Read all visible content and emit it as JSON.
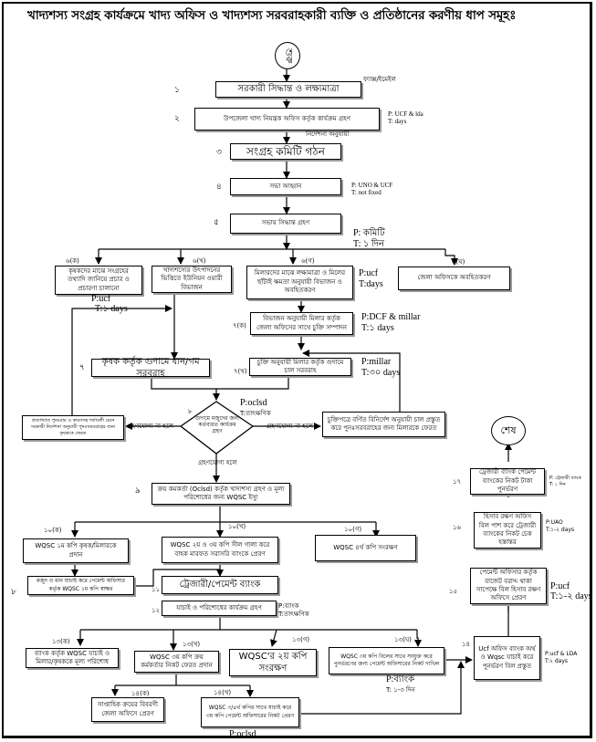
{
  "title": "খাদ্যশস্য সংগ্রহ কার্যক্রমে খাদ্য অফিস ও খাদ্যশস্য সরবরাহকারী ব্যক্তি ও প্রতিষ্ঠানের করণীয় ধাপ সমূহঃ",
  "start": {
    "label": "শুরু"
  },
  "end": {
    "label": "শেষ"
  },
  "steps": {
    "s1": {
      "num": "১",
      "text": "সরকারী সিদ্ধান্ত ও লক্ষ্যমাত্রা",
      "note": "ফ্যাক্স/ইমেইল"
    },
    "s2": {
      "num": "২",
      "text": "উপজেলা খাদ্য নিয়ন্ত্রক অফিস কর্তৃক কার্যক্রম গ্রহণ",
      "note_p": "P: UCF & lda",
      "note_t": "T: days",
      "note_below": "নির্দেশনা অনুযায়ী"
    },
    "s3": {
      "num": "৩",
      "text": "সংগ্রহ কমিটি গঠন"
    },
    "s4": {
      "num": "৪",
      "text": "সভা আহ্বান",
      "note_p": "P: UNO & UCF",
      "note_t": "T: not fixed"
    },
    "s5": {
      "num": "৫",
      "text": "সভায় সিদ্ধান্ত গ্রহণ",
      "note_p": "P: কমিটি",
      "note_t": "T: ১ দিন"
    },
    "s6a": {
      "num": "৬(ক)",
      "text": "কৃষকদের মাঝে সংগ্রহের তথ্যাদি জানিয়ে প্রচার ও প্রচারণা চালানো",
      "note_p": "P:ucf",
      "note_t": "T:১ days"
    },
    "s6b": {
      "num": "৬(খ)",
      "text": "খাদ্যশস্যের উৎপাদনের ভিত্তিতে ইউনিয়ন ওয়ারী বিভাজন"
    },
    "s6c": {
      "num": "৬(গ)",
      "text": "মিলারদের মাঝে লক্ষ্যমাত্রা ও মিলের ছাঁটাই ক্ষমতা অনুযায়ী বিভাজন ও অবহিতকরণ",
      "note_p": "P:ucf",
      "note_t": "T:days"
    },
    "s6d": {
      "num": "৬(ঘ)",
      "text": "জেলা অফিসকে অবহিতকরণ"
    },
    "s7a": {
      "num": "৭(ক)",
      "text": "বিভাজন অনুযায়ী মিলার কর্তৃক জেলা অফিসের সাথে চুক্তি সম্পাদন",
      "note_p": "P:DCF & millar",
      "note_t": "T:১ days"
    },
    "s7b": {
      "num": "৭(খ)",
      "text": "চুক্তি অনুযায়ী মিলার কর্তৃক গুদামে চাল সরবরাহ",
      "note_p": "P:millar",
      "note_t": "T:৩০ days"
    },
    "s7": {
      "num": "৭",
      "text": "কৃষক কর্তৃক গুদামে ধান/গম সরবরাহ"
    },
    "decision": {
      "num": "৮",
      "text": "গুদামে মজুদের জন্য কর্তব্যরত কার্যক্রম গ্রহণ",
      "note_p": "P:oclsd",
      "note_t": "T:তাৎক্ষণিক",
      "no_left": "গ্রহণযোগ্য না হলে",
      "no_right": "গ্রহণযোগ্য না হলে",
      "yes": "গ্রহণযোগ্য হলে"
    },
    "reject_left": {
      "text": "প্রত্যাখ্যাত পুনঃরায় ও কারণসহ শর্তাবলী মেনে সরকারী নির্দেশনা অনুযায়ী পুনঃসরবরাহের জন্য কৃষককে ফেরত"
    },
    "reject_right": {
      "text": "চুক্তিপত্রে বর্ণিত বিনির্দেশ অনুযায়ী চাল প্রস্তুত করে পুনঃসরবরাহের জন্য মিলারকে ফেরত"
    },
    "s9": {
      "num": "৯",
      "text": "ক্রয় কমকর্তা (Oclsd) কর্তৃক খাদ্যশস্য গ্রহণ ও মূল্য পরিশোধের জন্য WQSC ইস্যু"
    },
    "s10a": {
      "num": "১০(ক)",
      "text": "WQSC ১ম কপি কৃষক/মিলারকে প্রদান"
    },
    "s10b": {
      "num": "১০(খ)",
      "text": "WQSC ২য় ও ৩য় কপি সীল গালা করে বাহক মারফত সরাসরি ব্যাংকে প্রেরণ"
    },
    "s10c": {
      "num": "১০(গ)",
      "text": "WQSC ৪র্থ কপি সংরক্ষণ"
    },
    "s8": {
      "num": "৮",
      "text": "মজুদ ও মান যাচাই করে পেমেন্ট অফিসার কর্তৃক WQSC ১ম কপি স্বাক্ষর"
    },
    "s11": {
      "num": "১১",
      "text": "ট্রেজারী/পেমেন্ট ব্যাংক"
    },
    "s12": {
      "num": "১২",
      "text": "যাচাই ও পরিশোধের কার্যক্রম গ্রহণ",
      "note_p": "P:ব্যাংক",
      "note_t": "T:তাৎক্ষণিক"
    },
    "s13a": {
      "num": "১৩(ক)",
      "text": "ব্যাংক কর্তৃক WQSC যাচাই ও মিলার/কৃষককে মূল্য পরিশোধ"
    },
    "s13b": {
      "num": "১৩(খ)",
      "text": "WQSC ৩য় কপি ক্রয় কর্মকর্তার নিকট ফেরত প্রদান"
    },
    "s13c": {
      "num": "১৩(গ)",
      "text": "WQSC'র ২য় কপি সংরক্ষণ"
    },
    "s13d": {
      "num": "১৩(ঘ)",
      "text": "WQSC ৩য় কপি বিলের সাথে সংযুক্ত করে পুনর্ভরণের জন্য পেমেন্ট অফিসারের নিকট দাখিল",
      "note_p": "P:ব্যাংক",
      "note_t": "T: ১-৩ দিন"
    },
    "s14a": {
      "num": "১৪(ক)",
      "text": "সাপ্তাহিক ক্রয়ের বিবরণী জেলা অফিসে প্রেরণ"
    },
    "s14b": {
      "num": "১৪(খ)",
      "text": "WQSC ৩/৪র্থ কপির সাথে যাচাই করে ৩য় কপি পেমেন্ট অফিসারের নিকট প্রেরণ",
      "note_below": "P:oclsd"
    },
    "s14": {
      "num": "১৪",
      "text": "Ucf অফিস ব্যাংক অর্থ ও Wqsc যাচাই করে পুনর্ভরণ বিল প্রস্তুত",
      "note_p": "P:ucf & LDA",
      "note_t": "T:২ days"
    },
    "s15": {
      "num": "১৫",
      "text": "পেমেন্ট অফিসার কর্তৃক বাজেট বরাদ্দ থাকা সাপেক্ষে বিল হিসাব রক্ষণ অফিসে প্রেরণ",
      "note_p": "P:ucf",
      "note_t": "T:১-২ days"
    },
    "s16": {
      "num": "১৬",
      "text": "হিসাব রক্ষণ অফিস বিল পাশ করে ট্রেজারী ব্যাংকের নিকট চেক হস্তান্তর",
      "note_p": "P:UAO",
      "note_t": "T:১-২ days"
    },
    "s17": {
      "num": "১৭",
      "text": "ট্রেজারী ব্যাংক পেমেন্ট ব্যাংকের নিকট টাকা পুনর্ভরণ",
      "note_p": "P: ট্রেজারী ব্যাংক",
      "note_t": "T: ১ দিন"
    }
  }
}
